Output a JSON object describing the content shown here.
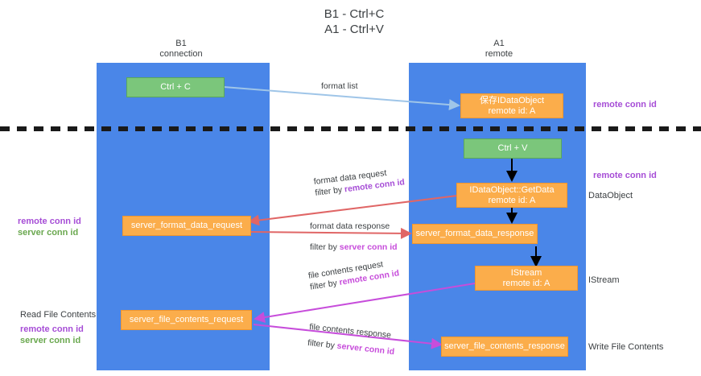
{
  "diagram": {
    "title": "B1 - Ctrl+C\nA1 - Ctrl+V",
    "columns": [
      {
        "id": "b1",
        "header": "B1\nconnection"
      },
      {
        "id": "a1",
        "header": "A1\nremote"
      }
    ],
    "boxes": [
      {
        "id": "ctrl-c",
        "label": "Ctrl + C",
        "color": "green"
      },
      {
        "id": "save-idataobject",
        "label": "保存IDataObject\nremote id: A",
        "color": "orange"
      },
      {
        "id": "ctrl-v",
        "label": "Ctrl + V",
        "color": "green"
      },
      {
        "id": "idataobject-getdata",
        "label": "IDataObject::GetData\nremote id: A",
        "color": "orange"
      },
      {
        "id": "server-format-data-request",
        "label": "server_format_data_request",
        "color": "orange"
      },
      {
        "id": "server-format-data-response",
        "label": "server_format_data_response",
        "color": "orange"
      },
      {
        "id": "istream",
        "label": "IStream\nremote id: A",
        "color": "orange"
      },
      {
        "id": "server-file-contents-request",
        "label": "server_file_contents_request",
        "color": "orange"
      },
      {
        "id": "server-file-contents-response",
        "label": "server_file_contents_response",
        "color": "orange"
      }
    ],
    "edge_labels": [
      {
        "id": "format-list",
        "line1": "format list",
        "line2": "",
        "line2_hl": ""
      },
      {
        "id": "format-data-request",
        "line1": "format data request",
        "line2": "filter by ",
        "line2_hl": "remote conn id"
      },
      {
        "id": "format-data-response",
        "line1": "format data response",
        "line2": "filter by ",
        "line2_hl": "server conn id"
      },
      {
        "id": "file-contents-request",
        "line1": "file contents request",
        "line2": "filter by ",
        "line2_hl": "remote conn id"
      },
      {
        "id": "file-contents-response",
        "line1": "file contents response",
        "line2": "filter by ",
        "line2_hl": "server conn id"
      }
    ],
    "side_labels": {
      "right_remote_conn_id_top": "remote conn id",
      "right_remote_conn_id_mid": "remote conn id",
      "right_dataobject": "DataObject",
      "right_istream": "IStream",
      "right_write_file_contents": "Write File Contents",
      "left_remote_conn_id": "remote conn id",
      "left_server_conn_id": "server conn id",
      "left_read_file_contents": "Read File Contents",
      "left_remote_conn_id_2": "remote conn id",
      "left_server_conn_id_2": "server conn id"
    },
    "colors": {
      "column_blue": "#4a86e8",
      "green_box": "#7bc67b",
      "orange_box": "#fbad4b",
      "purple_text": "#a64dd6",
      "green_text": "#6aa84f",
      "arrow_lightblue": "#9fc5e8",
      "arrow_black": "#000000",
      "arrow_red": "#e06666",
      "arrow_magenta": "#c74ddb",
      "divider": "#1a1a1a"
    }
  }
}
